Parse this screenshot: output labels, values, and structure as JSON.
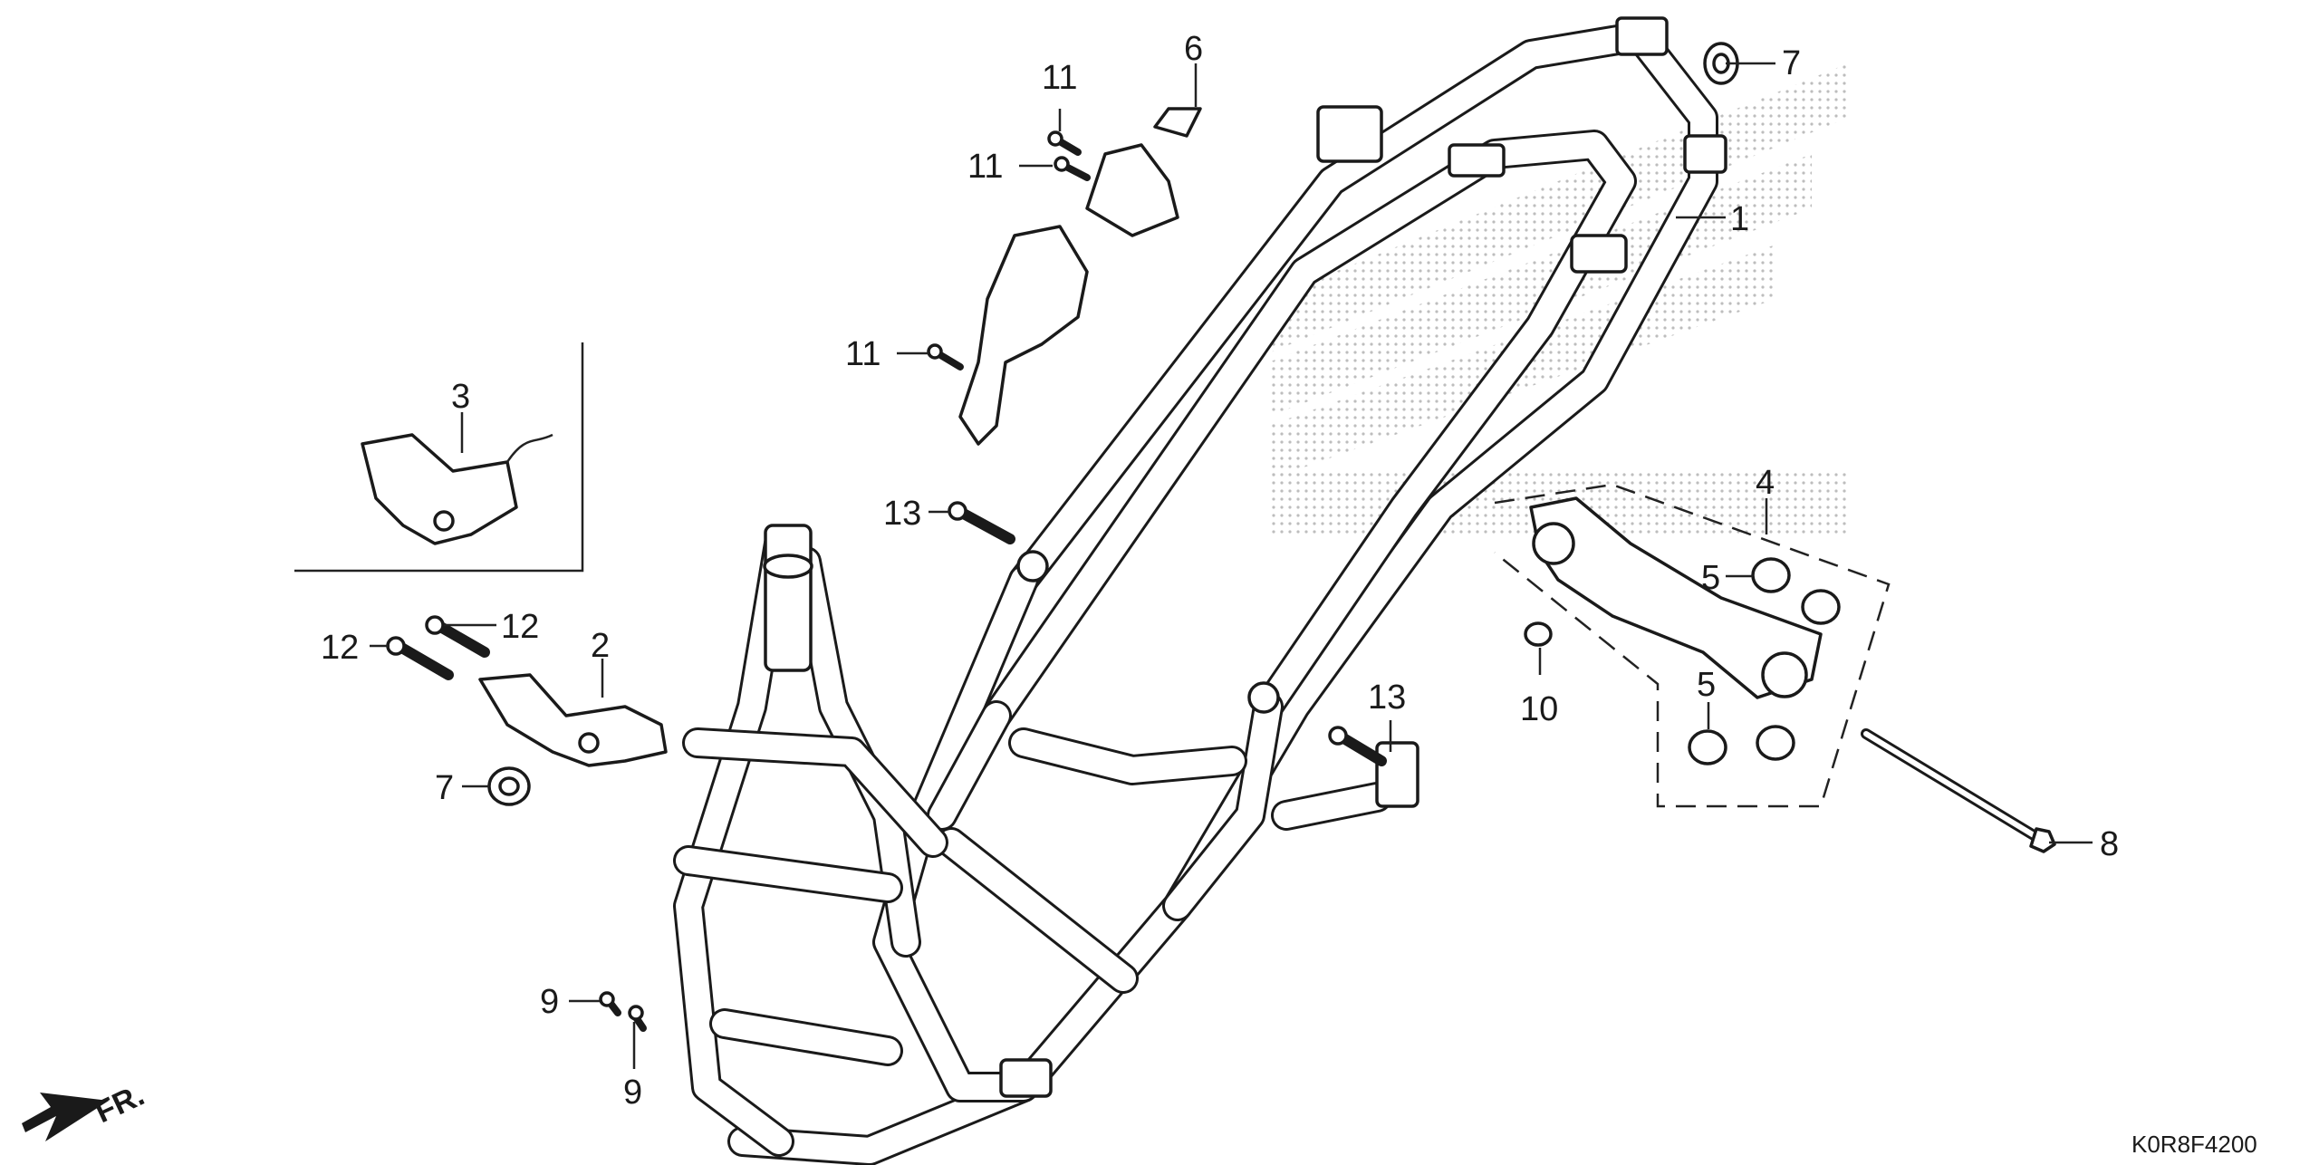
{
  "diagram": {
    "code": "K0R8F4200",
    "direction_label": "FR.",
    "callouts": {
      "c1": "1",
      "c2": "2",
      "c3": "3",
      "c4": "4",
      "c5a": "5",
      "c5b": "5",
      "c6": "6",
      "c7a": "7",
      "c7b": "7",
      "c8": "8",
      "c9a": "9",
      "c9b": "9",
      "c10": "10",
      "c11a": "11",
      "c11b": "11",
      "c11c": "11",
      "c12a": "12",
      "c12b": "12",
      "c13a": "13",
      "c13b": "13"
    },
    "colors": {
      "line": "#1a1a1a",
      "watermark": "#c8c8c8",
      "background": "#ffffff"
    }
  }
}
